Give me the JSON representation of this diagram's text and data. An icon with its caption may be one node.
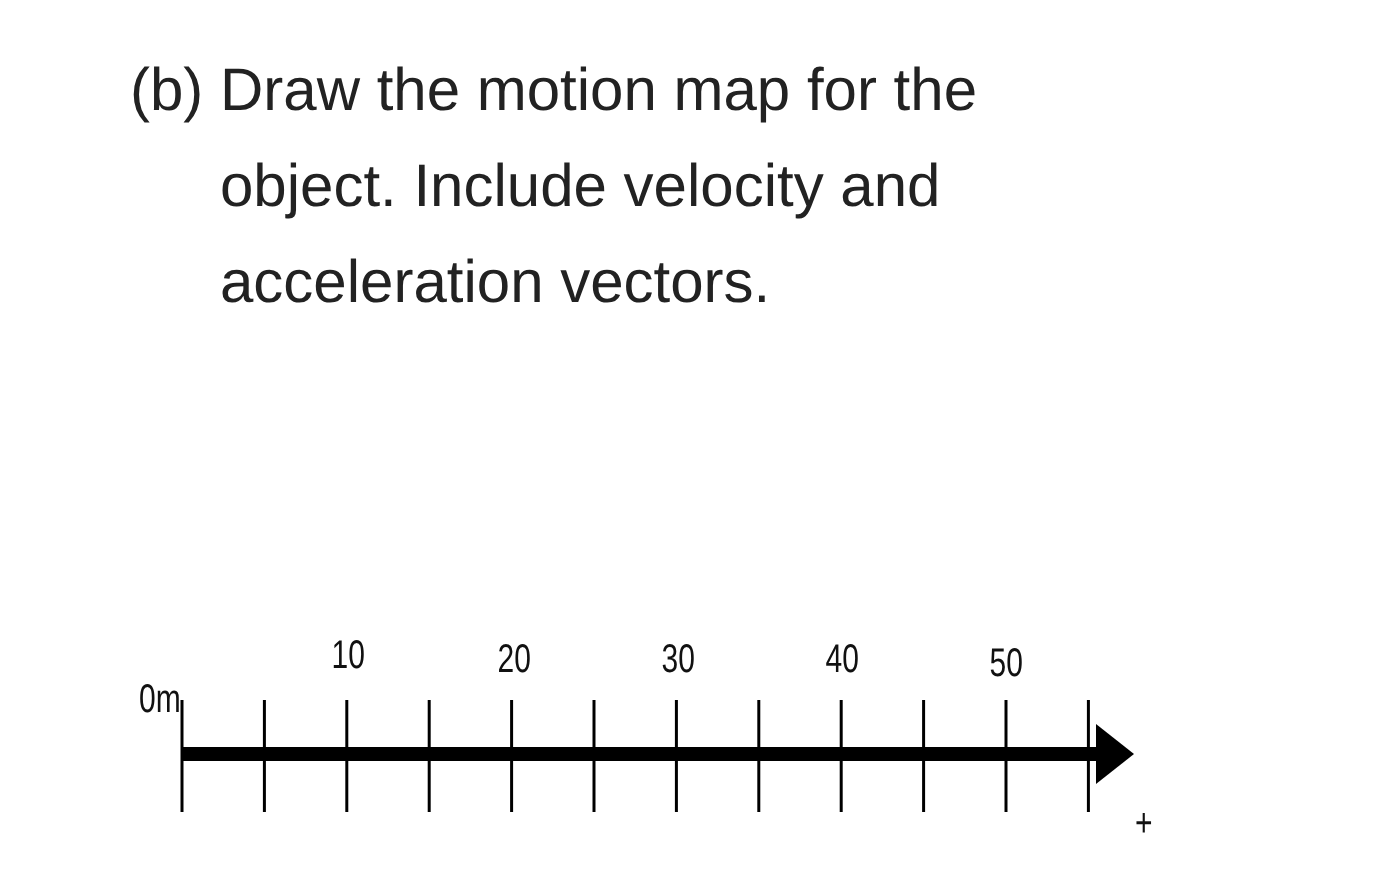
{
  "diagram": {
    "title": "(b) Draw the motion map for the object. Include velocity and acceleration vectors.",
    "labels": [
      "0m",
      "10",
      "20",
      "30",
      "40",
      "50",
      "+"
    ]
  }
}
